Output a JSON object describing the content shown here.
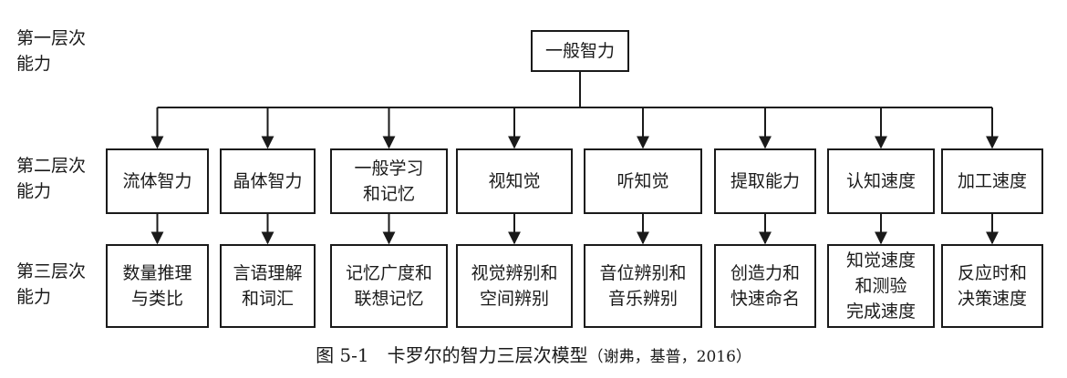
{
  "levels": {
    "first": "第一层次\n能力",
    "second": "第二层次\n能力",
    "third": "第三层次\n能力"
  },
  "top": "一般智力",
  "second_level": [
    "流体智力",
    "晶体智力",
    "一般学习\n和记忆",
    "视知觉",
    "听知觉",
    "提取能力",
    "认知速度",
    "加工速度"
  ],
  "third_level": [
    "数量推理\n与类比",
    "言语理解\n和词汇",
    "记忆广度和\n联想记忆",
    "视觉辨别和\n空间辨别",
    "音位辨别和\n音乐辨别",
    "创造力和\n快速命名",
    "知觉速度\n和测验\n完成速度",
    "反应时和\n决策速度"
  ],
  "caption": {
    "title": "图 5-1　卡罗尔的智力三层次模型",
    "source": "（谢弗，基普，2016）"
  },
  "colors": {
    "line": "#1a1a1a",
    "box_border": "#1a1a1a"
  }
}
